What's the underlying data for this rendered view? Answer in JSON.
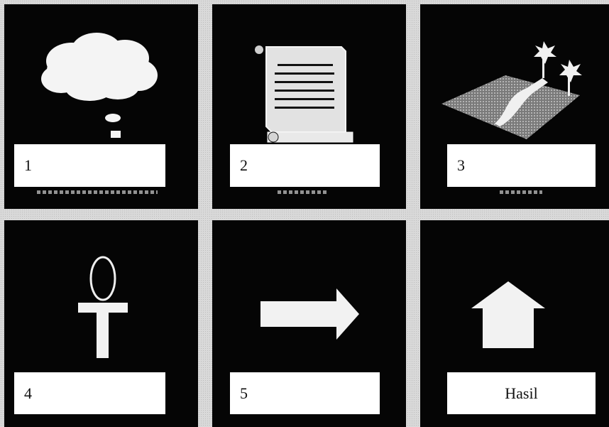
{
  "panels": [
    {
      "label": "1",
      "icon": "thought-cloud-icon"
    },
    {
      "label": "2",
      "icon": "scroll-document-icon"
    },
    {
      "label": "3",
      "icon": "map-road-icon"
    },
    {
      "label": "4",
      "icon": "ankh-icon"
    },
    {
      "label": "5",
      "icon": "right-arrow-icon"
    },
    {
      "label": "Hasil",
      "icon": "house-icon"
    }
  ],
  "colors": {
    "panel_bg": "#050505",
    "label_bg": "#ffffff",
    "icon_fill": "#f2f2f2",
    "page_bg": "#d9d9d9"
  }
}
